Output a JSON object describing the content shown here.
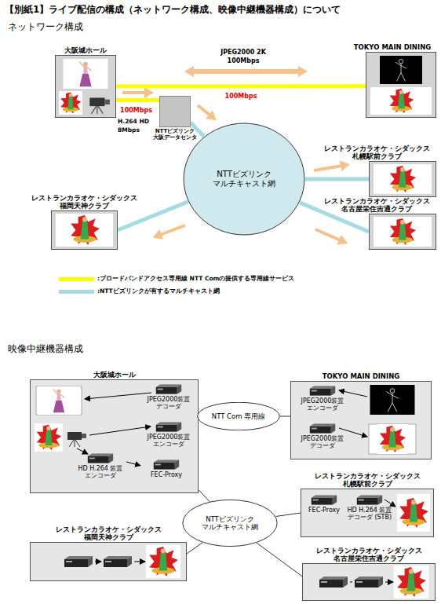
{
  "diagram": {
    "title": "【別紙1】ライブ配信の構成（ネットワーク構成、映像中継機器構成）について",
    "nodes": [
      {
        "text": [
          "大阪城ホール"
        ]
      },
      {
        "text": [
          "TOKYO MAIN DINING"
        ]
      },
      {
        "text": [
          "NTTビズリンク 大阪データセンタ"
        ]
      },
      {
        "text": [
          "NTTビズリンク マルチキャスト網"
        ]
      },
      {
        "text": [
          "レストランカラオケ・シダックス 札幌駅前クラブ"
        ]
      },
      {
        "text": [
          "レストランカラオケ・シダックス 福岡天神クラブ"
        ]
      },
      {
        "text": [
          "レストランカラオケ・シダックス 名古屋栄住吉通クラブ"
        ]
      },
      {
        "text": [
          "大阪城ホール"
        ]
      },
      {
        "text": [
          "JPEG2000装置 デコーダ"
        ],
        "in": 7
      },
      {
        "text": [
          "JPEG2000装置 エンコーダ"
        ],
        "in": 7
      },
      {
        "text": [
          "HD H.264 装置 エンコーダ"
        ],
        "in": 7
      },
      {
        "text": [
          "FEC-Proxy"
        ],
        "in": 7
      },
      {
        "text": [
          "TOKYO MAIN DINING"
        ]
      },
      {
        "text": [
          "JPEG2000装置 エンコーダ"
        ],
        "in": 12
      },
      {
        "text": [
          "JPEG2000装置 デコーダ"
        ],
        "in": 12
      },
      {
        "text": [
          "NTT Com 専用線"
        ]
      },
      {
        "text": [
          "NTTビズリンク マルチキャスト網"
        ]
      },
      {
        "text": [
          "レストランカラオケ・シダックス 札幌駅前クラブ"
        ]
      },
      {
        "text": [
          "FEC-Proxy"
        ],
        "in": 17
      },
      {
        "text": [
          "HD H.264 装置 デコーダ (STB)"
        ],
        "in": 17
      },
      {
        "text": [
          "レストランカラオケ・シダックス 福岡天神クラブ"
        ]
      },
      {
        "text": [
          "レストランカラオケ・シダックス 名古屋栄住吉通クラブ"
        ]
      }
    ],
    "edges": [
      {
        "from": 0,
        "to": 1,
        "label": "100Mbps",
        "arrow": "none"
      },
      {
        "from": 0,
        "to": 2,
        "label": "100Mbps",
        "arrow": "none"
      },
      {
        "from": 2,
        "to": 3,
        "arrow": "none"
      },
      {
        "from": 3,
        "to": 4,
        "arrow": "none"
      },
      {
        "from": 3,
        "to": 5,
        "arrow": "none"
      },
      {
        "from": 3,
        "to": 6,
        "arrow": "none"
      },
      {
        "from": 7,
        "to": 15,
        "arrow": "none"
      },
      {
        "from": 15,
        "to": 12,
        "arrow": "none"
      },
      {
        "from": 7,
        "to": 16,
        "arrow": "none"
      },
      {
        "from": 16,
        "to": 17,
        "arrow": "none"
      },
      {
        "from": 16,
        "to": 20,
        "arrow": "none"
      },
      {
        "from": 16,
        "to": 21,
        "arrow": "none"
      },
      {
        "from": 10,
        "to": 11,
        "arrow": "to"
      }
    ],
    "labels": [
      "ネットワーク構成",
      "JPEG2000 2K",
      "100Mbps",
      "H.264 HD",
      "8Mbps",
      "映像中継機器構成"
    ],
    "legend": [
      {
        "text": ":ブロードバンドアクセス専用線 NTT Comの提供する専用線サービス",
        "color": "#ffff00"
      },
      {
        "text": ":NTTビズリンクが有するマルチキャスト網",
        "color": "#a6dbe3"
      }
    ]
  }
}
